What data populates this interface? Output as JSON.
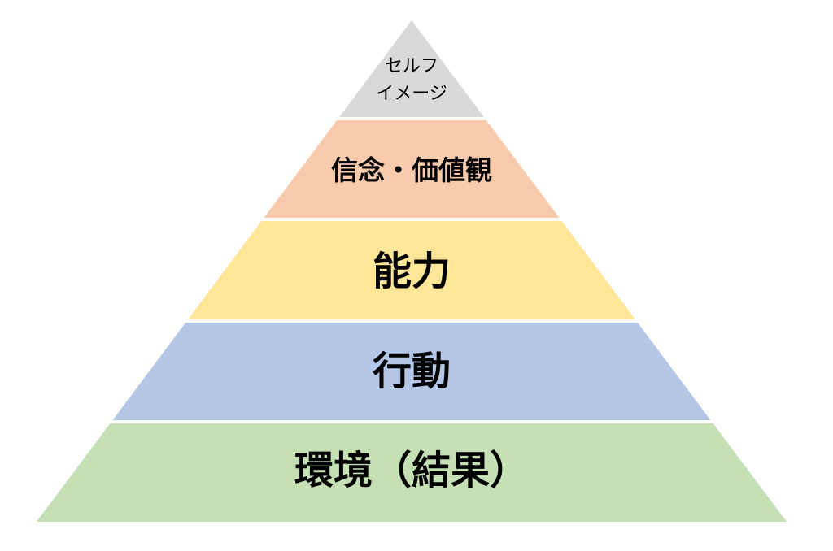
{
  "diagram": {
    "type": "pyramid",
    "background_color": "#ffffff",
    "separator_color": "#ffffff",
    "text_color": "#000000",
    "tiers": [
      {
        "id": "self-image",
        "label": "セルフイメージ",
        "label_lines": [
          "セルフ",
          "イメージ"
        ],
        "color": "#d9d9d9",
        "level": 1
      },
      {
        "id": "beliefs-values",
        "label": "信念・価値観",
        "color": "#f8cbad",
        "level": 2
      },
      {
        "id": "capability",
        "label": "能力",
        "color": "#ffe699",
        "level": 3
      },
      {
        "id": "behavior",
        "label": "行動",
        "color": "#b4c7e7",
        "level": 4
      },
      {
        "id": "environment-results",
        "label": "環境（結果）",
        "color": "#c5e0b4",
        "level": 5
      }
    ]
  }
}
